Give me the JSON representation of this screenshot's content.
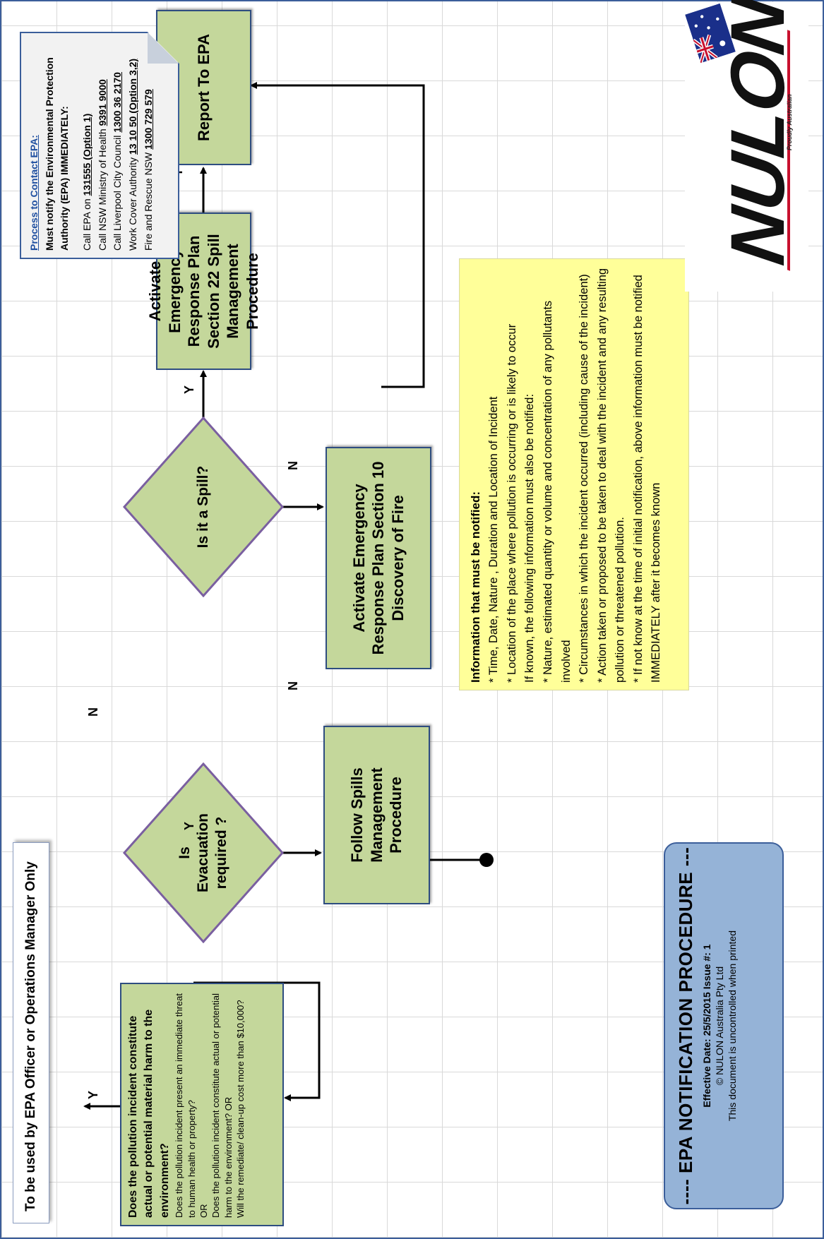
{
  "officer_label": "To be used by EPA Officer or Operations Manager Only",
  "question_box": {
    "title": "Does the pollution incident constitute actual or potential material harm to the environment?",
    "lines": [
      "Does the pollution incident present an immediate threat to human health or property?",
      "OR",
      "Does the pollution incident constitute actual or potential harm to the environment? OR",
      "Will the remediate/ clean-up cost more than $10,000?"
    ]
  },
  "nodes": {
    "evacuation": "Is Evacuation required ?",
    "spill": "Is it a Spill?",
    "activate_spill": "Activate Emergency Response Plan Section 22 Spill Management Procedure",
    "report_epa": "Report To EPA",
    "follow_spills": "Follow Spills Management Procedure",
    "activate_fire": "Activate Emergency Response Plan Section 10 Discovery of Fire"
  },
  "edge_labels": {
    "yes": "Y",
    "no": "N"
  },
  "info_box": {
    "title": "Information that must be notified:",
    "lines": [
      "* Time, Date, Nature , Duration and Location of Incident",
      "* Location of the place where pollution is occurring or is likely to occur",
      "If known, the following information must also be notified:",
      "* Nature, estimated quantity or volume and concentration of any pollutants involved",
      "* Circumstances in which the incident occurred (including cause of the incident)",
      "* Action taken or proposed to be taken to deal with the incident and any resulting pollution or threatened pollution.",
      "* If not know at the time of initial notification, above information must be notified IMMEDIATELY after it becomes known"
    ]
  },
  "contact_box": {
    "title": "Process to Contact EPA:",
    "subtitle": "Must notify the Environmental Protection Authority (EPA) IMMEDIATELY:",
    "contacts": [
      {
        "label": "Call EPA on ",
        "number": "131555 (Option 1)"
      },
      {
        "label": "Call NSW Ministry of Health ",
        "number": "9391 9000"
      },
      {
        "label": "Call Liverpool City Council ",
        "number": "1300 36 2170"
      },
      {
        "label": "Work Cover Authority ",
        "number": "13 10 50 (Option 3,2)"
      },
      {
        "label": "Fire and Rescue NSW ",
        "number": "1300 729 579"
      }
    ]
  },
  "footer": {
    "title": "---- EPA NOTIFICATION PROCEDURE ---",
    "effective": "Effective Date: 25/5/2015 Issue #: 1",
    "copyright": "© NULON Australia Pty Ltd",
    "note": "This document is uncontrolled when printed"
  },
  "logo": {
    "text": "NULON",
    "tagline": "Proudly Australian"
  },
  "colors": {
    "box_fill": "#c4d79b",
    "box_border": "#2e4d80",
    "info_fill": "#ffff99",
    "footer_fill": "#95b3d7"
  }
}
